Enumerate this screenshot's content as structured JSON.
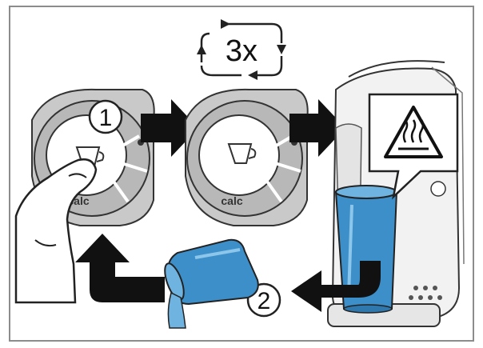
{
  "instructions": {
    "repeat_count": "3x",
    "step_one": "1",
    "step_two": "2",
    "button_label": "calc"
  },
  "colors": {
    "water": "#3d8fc9",
    "water_light": "#6fb3e0",
    "ring": "#b8b8b8",
    "arrow": "#111111",
    "outline": "#222222",
    "background": "#ffffff"
  },
  "icons": {
    "repeat": "repeat-cycle-icon",
    "hot_surface_warning": "hot-surface-warning-icon",
    "cup": "cup-icon"
  }
}
